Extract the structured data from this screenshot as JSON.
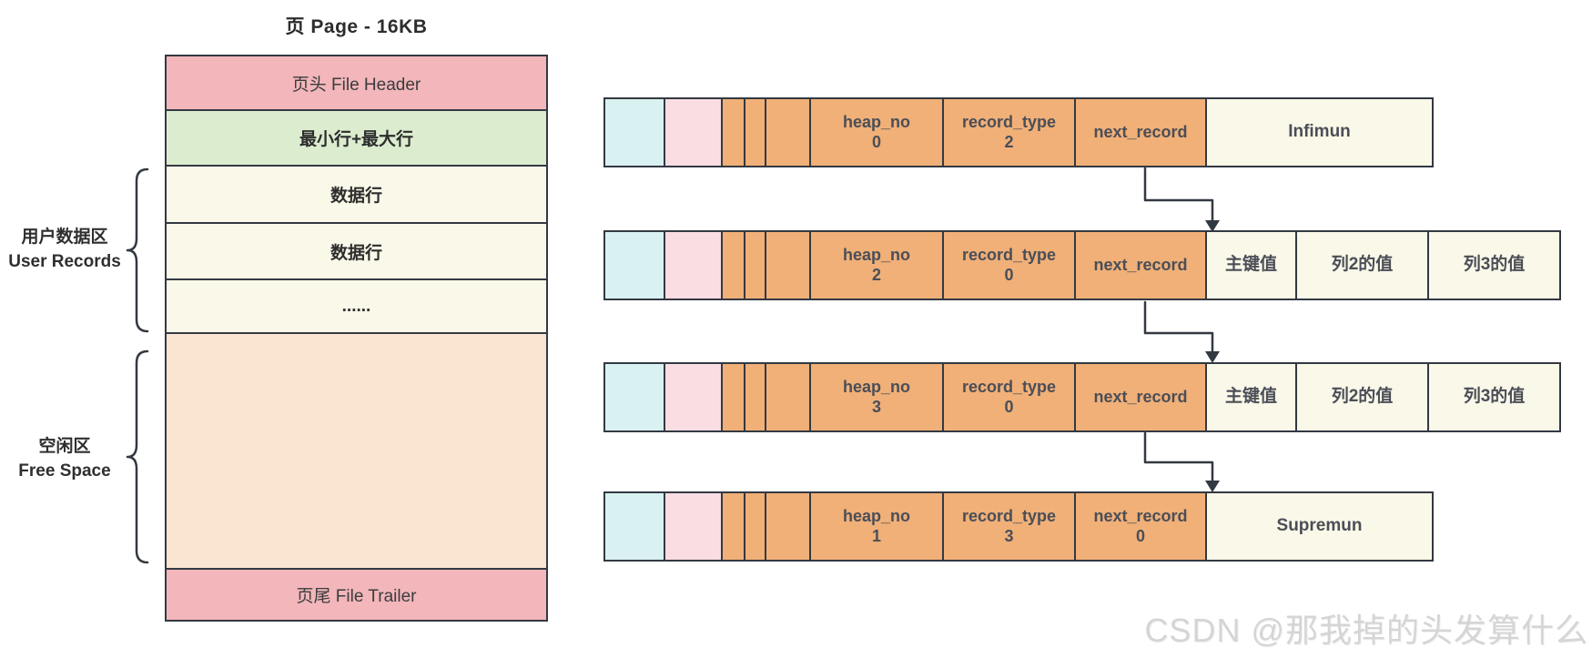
{
  "page_diagram": {
    "title": "页 Page - 16KB",
    "sections": [
      {
        "label": "页头 File Header"
      },
      {
        "label": "最小行+最大行"
      },
      {
        "label": "数据行"
      },
      {
        "label": "数据行"
      },
      {
        "label": "......"
      },
      {
        "label": ""
      },
      {
        "label": "页尾 File Trailer"
      }
    ],
    "user_records_label": {
      "zh": "用户数据区",
      "en": "User Records"
    },
    "free_space_label": {
      "zh": "空闲区",
      "en": "Free Space"
    }
  },
  "records": [
    {
      "heap_no_label": "heap_no",
      "heap_no_value": "0",
      "record_type_label": "record_type",
      "record_type_value": "2",
      "next_record_label": "next_record",
      "content": "Infimun"
    },
    {
      "heap_no_label": "heap_no",
      "heap_no_value": "2",
      "record_type_label": "record_type",
      "record_type_value": "0",
      "next_record_label": "next_record",
      "pk": "主键值",
      "col2": "列2的值",
      "col3": "列3的值"
    },
    {
      "heap_no_label": "heap_no",
      "heap_no_value": "3",
      "record_type_label": "record_type",
      "record_type_value": "0",
      "next_record_label": "next_record",
      "pk": "主键值",
      "col2": "列2的值",
      "col3": "列3的值"
    },
    {
      "heap_no_label": "heap_no",
      "heap_no_value": "1",
      "record_type_label": "record_type",
      "record_type_value": "3",
      "next_record_label": "next_record",
      "next_record_value": "0",
      "content": "Supremun"
    }
  ],
  "watermark": "CSDN @那我掉的头发算什么",
  "colors": {
    "section_pink": "#f2b6bb",
    "section_green": "#dcedcf",
    "section_cream": "#faf8e8",
    "free_space_peach": "#fae5d3",
    "cell_blue": "#d9f2f1",
    "cell_pink": "#fadde2",
    "cell_orange": "#f0b078",
    "border": "#333942"
  }
}
